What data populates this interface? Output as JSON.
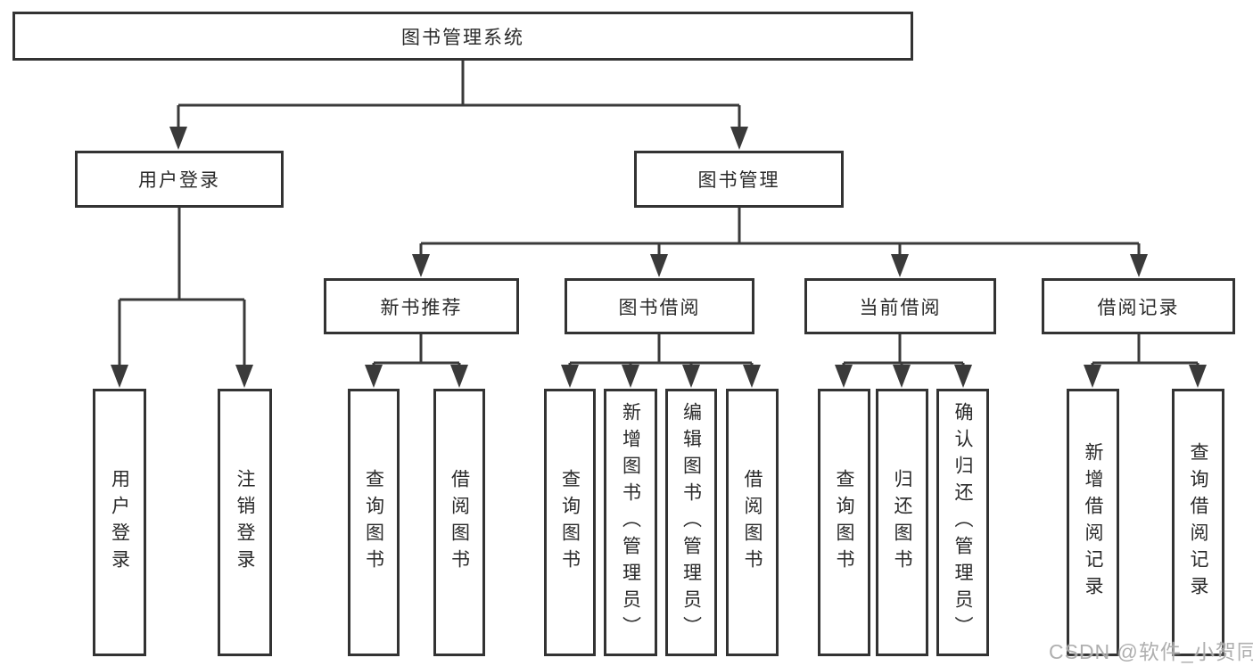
{
  "diagram": {
    "root": {
      "label": "图书管理系统"
    },
    "level2": [
      {
        "label": "用户登录"
      },
      {
        "label": "图书管理"
      }
    ],
    "level3": [
      {
        "label": "新书推荐"
      },
      {
        "label": "图书借阅"
      },
      {
        "label": "当前借阅"
      },
      {
        "label": "借阅记录"
      }
    ],
    "leaves": [
      {
        "group": "用户登录",
        "label": "用户登录"
      },
      {
        "group": "用户登录",
        "label": "注销登录"
      },
      {
        "group": "新书推荐",
        "label": "查询图书"
      },
      {
        "group": "新书推荐",
        "label": "借阅图书"
      },
      {
        "group": "图书借阅",
        "label": "查询图书"
      },
      {
        "group": "图书借阅",
        "label": "新增图书（管理员）"
      },
      {
        "group": "图书借阅",
        "label": "编辑图书（管理员）"
      },
      {
        "group": "图书借阅",
        "label": "借阅图书"
      },
      {
        "group": "当前借阅",
        "label": "查询图书"
      },
      {
        "group": "当前借阅",
        "label": "归还图书"
      },
      {
        "group": "当前借阅",
        "label": "确认归还（管理员）"
      },
      {
        "group": "借阅记录",
        "label": "新增借阅记录"
      },
      {
        "group": "借阅记录",
        "label": "查询借阅记录"
      }
    ]
  },
  "watermark": {
    "text": "CSDN @软件_小贺同学"
  },
  "colors": {
    "line": "#3a3a3a",
    "box_border": "#333333",
    "text": "#2a2a2a",
    "background": "#ffffff",
    "watermark": "#a8a8a8"
  }
}
